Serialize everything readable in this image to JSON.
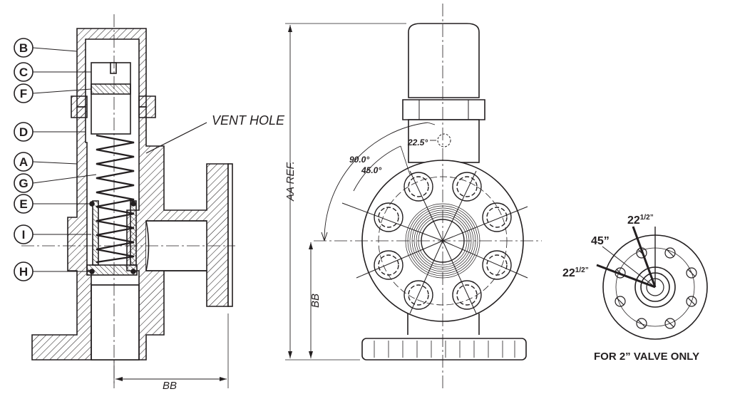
{
  "callouts": [
    {
      "letter": "B"
    },
    {
      "letter": "C"
    },
    {
      "letter": "F"
    },
    {
      "letter": "D"
    },
    {
      "letter": "A"
    },
    {
      "letter": "G"
    },
    {
      "letter": "E"
    },
    {
      "letter": "I"
    },
    {
      "letter": "H"
    }
  ],
  "labels": {
    "vent_hole": "VENT HOLE",
    "bb_bottom": "BB",
    "bb_side": "BB",
    "aa_ref": "AA REF.",
    "angle_90": "90.0°",
    "angle_45": "45.0°",
    "angle_22_5": "22.5°",
    "small_22_top_base": "22",
    "small_22_top_sup": "1/2”",
    "small_45": "45”",
    "small_22_left_base": "22",
    "small_22_left_sup": "1/2”",
    "caption": "FOR 2” VALVE ONLY"
  },
  "colors": {
    "line": "#231f20",
    "background": "#ffffff"
  }
}
